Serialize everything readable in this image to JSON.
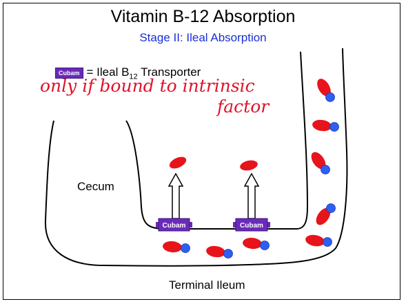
{
  "title": "Vitamin B-12 Absorption",
  "subtitle": "Stage II: Ileal Absorption",
  "legend": {
    "chip_label": "Cubam",
    "equals_text": "= Ileal B",
    "subscript": "12",
    "suffix": " Transporter"
  },
  "annotation": {
    "line1": "only if bound to intrinsic",
    "line2": "factor"
  },
  "labels": {
    "cecum": "Cecum",
    "terminal_ileum": "Terminal Ileum"
  },
  "transporters": [
    {
      "label": "Cubam"
    },
    {
      "label": "Cubam"
    }
  ],
  "colors": {
    "b12": "#e8141b",
    "intrinsic_factor": "#2e5ff0",
    "cubam": "#6a2bb8",
    "annotation": "#e0122a",
    "subtitle": "#1a2fd6"
  }
}
